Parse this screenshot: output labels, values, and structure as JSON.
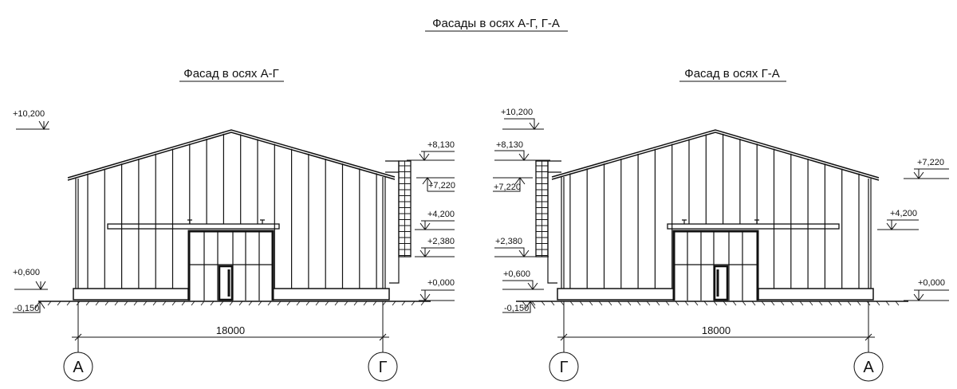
{
  "title": "Фасады в осях А-Г, Г-А",
  "facades": [
    {
      "title": "Фасад в осях А-Г",
      "levels": {
        "l10200": "+10,200",
        "l8130": "+8,130",
        "l7220": "+7,220",
        "l4200": "+4,200",
        "l2380": "+2,380",
        "l0600": "+0,600",
        "l0000": "+0,000",
        "lm0150": "-0,150"
      },
      "dimension": "18000",
      "axis_left": "А",
      "axis_right": "Г"
    },
    {
      "title": "Фасад в осях Г-А",
      "levels": {
        "l10200": "+10,200",
        "l8130": "+8,130",
        "l7220a": "+7,220",
        "l2380": "+2,380",
        "l0600": "+0,600",
        "lm0150": "-0,150",
        "l7220b": "+7,220",
        "l4200": "+4,200",
        "l0000": "+0,000"
      },
      "dimension": "18000",
      "axis_left": "Г",
      "axis_right": "А"
    }
  ]
}
